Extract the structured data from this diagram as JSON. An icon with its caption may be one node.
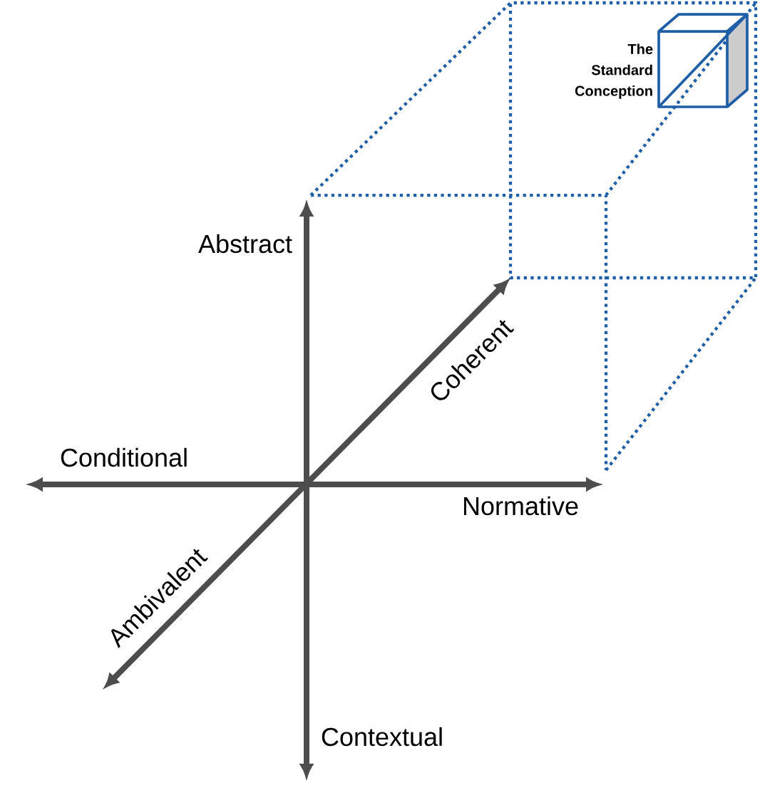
{
  "diagram": {
    "labels": [
      "The Standard Conception",
      "Abstract",
      "Conditional",
      "Coherent",
      "Normative",
      "Ambivalent",
      "Contextual"
    ]
  }
}
